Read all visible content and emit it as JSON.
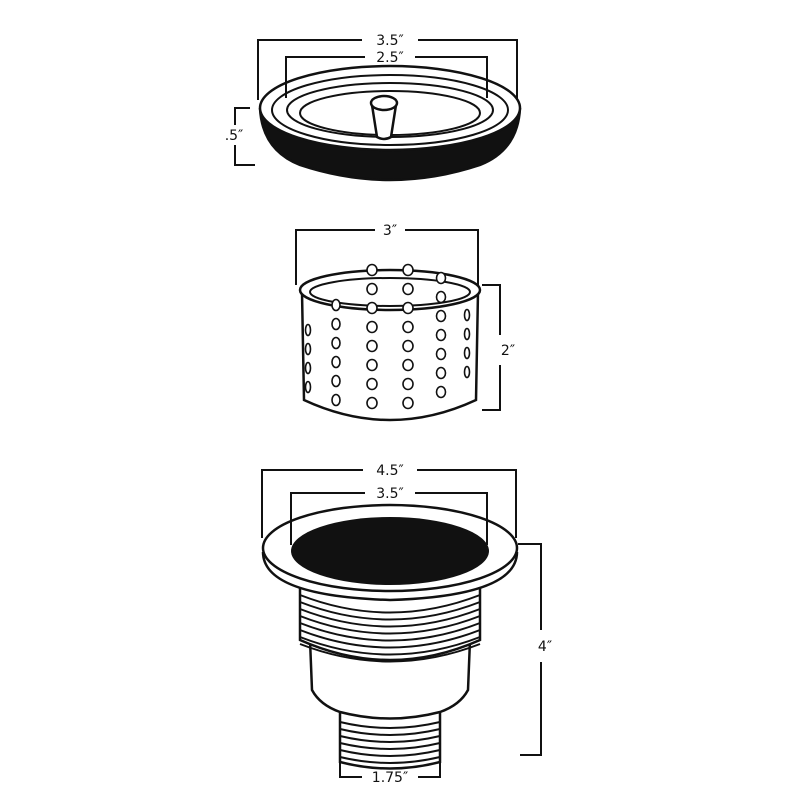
{
  "stopper": {
    "outer_diameter": "3.5″",
    "inner_diameter": "2.5″",
    "height": ".5″"
  },
  "basket": {
    "diameter": "3″",
    "height": "2″"
  },
  "body": {
    "flange_diameter": "4.5″",
    "opening_diameter": "3.5″",
    "height": "4″",
    "outlet_diameter": "1.75″"
  },
  "colors": {
    "line": "#111111",
    "background": "#ffffff"
  }
}
